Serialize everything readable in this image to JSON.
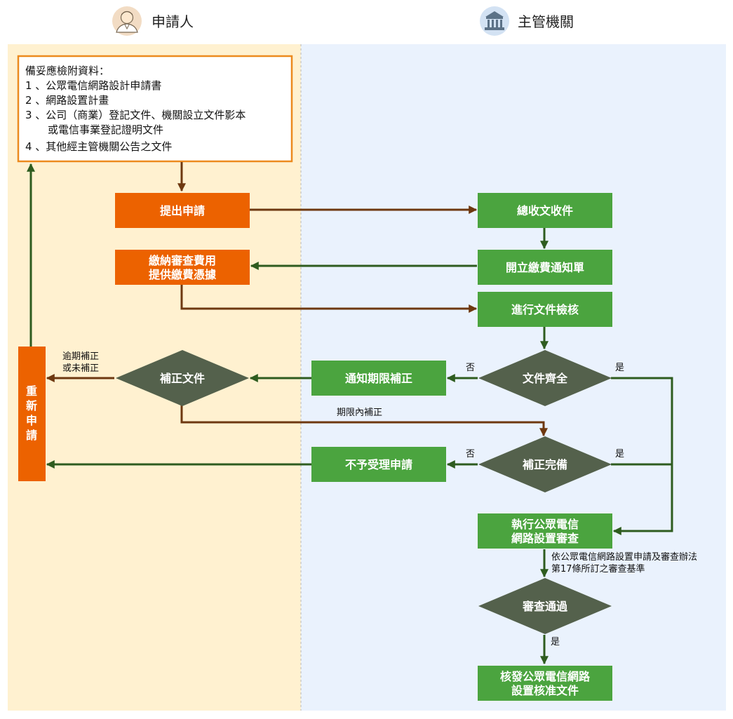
{
  "lanes": {
    "applicant": {
      "title": "申請人",
      "icon": "person-icon",
      "bg": "#fff1d0"
    },
    "authority": {
      "title": "主管機關",
      "icon": "government-building-icon",
      "bg": "#eaf2fd"
    }
  },
  "colors": {
    "orange": "#ec6200",
    "green": "#4ba43f",
    "diamond": "#54614c",
    "brown_arrow": "#6e3810",
    "green_arrow": "#2e5c1f"
  },
  "doc_box": {
    "lines": [
      "備妥應檢附資料：",
      "1 、公眾電信網路設計申請書",
      "2 、網路設置計畫",
      "3 、公司（商業）登記文件、機關設立文件影本",
      "或電信事業登記證明文件",
      "4 、其他經主管機關公告之文件"
    ]
  },
  "nodes": {
    "submit": "提出申請",
    "pay": [
      "繳納審查費用",
      "提供繳費憑據"
    ],
    "reapply": [
      "重",
      "新",
      "申",
      "請"
    ],
    "correct_docs": "補正文件",
    "receive": "總收文收件",
    "issue_notice": "開立繳費通知單",
    "doc_check": "進行文件檢核",
    "docs_complete": "文件齊全",
    "notify_correction": "通知期限補正",
    "correction_complete": "補正完備",
    "reject": "不予受理申請",
    "execute_review": [
      "執行公眾電信",
      "網路設置審查"
    ],
    "review_pass": "審查通過",
    "approve": [
      "核發公眾電信網路",
      "設置核准文件"
    ]
  },
  "labels": {
    "overdue": [
      "逾期補正",
      "或未補正"
    ],
    "within_deadline": "期限內補正",
    "no1": "否",
    "yes1": "是",
    "no2": "否",
    "yes2": "是",
    "criteria": [
      "依公眾電信網路設置申請及審查辦法",
      "第17條所訂之審查基準"
    ],
    "yes3": "是"
  }
}
